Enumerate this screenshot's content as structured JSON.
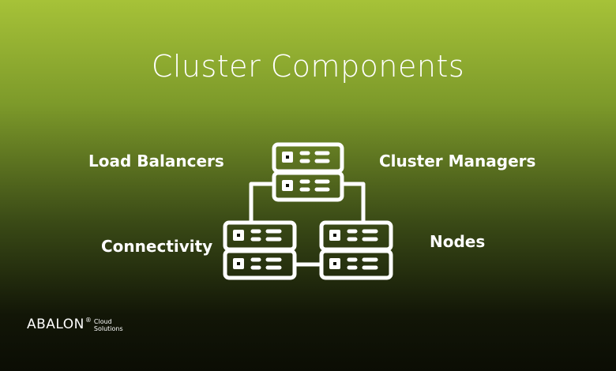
{
  "title": "Cluster Components",
  "labels": {
    "load_balancers": "Load Balancers",
    "cluster_managers": "Cluster Managers",
    "connectivity": "Connectivity",
    "nodes": "Nodes"
  },
  "logo": {
    "name": "ABALON",
    "registered": "®",
    "sub_line1": "Cloud",
    "sub_line2": "Solutions"
  },
  "icon": "server-cluster-icon",
  "colors": {
    "gradient_top": "#a6c238",
    "gradient_bottom": "#0b0d04",
    "text": "#ffffff"
  }
}
